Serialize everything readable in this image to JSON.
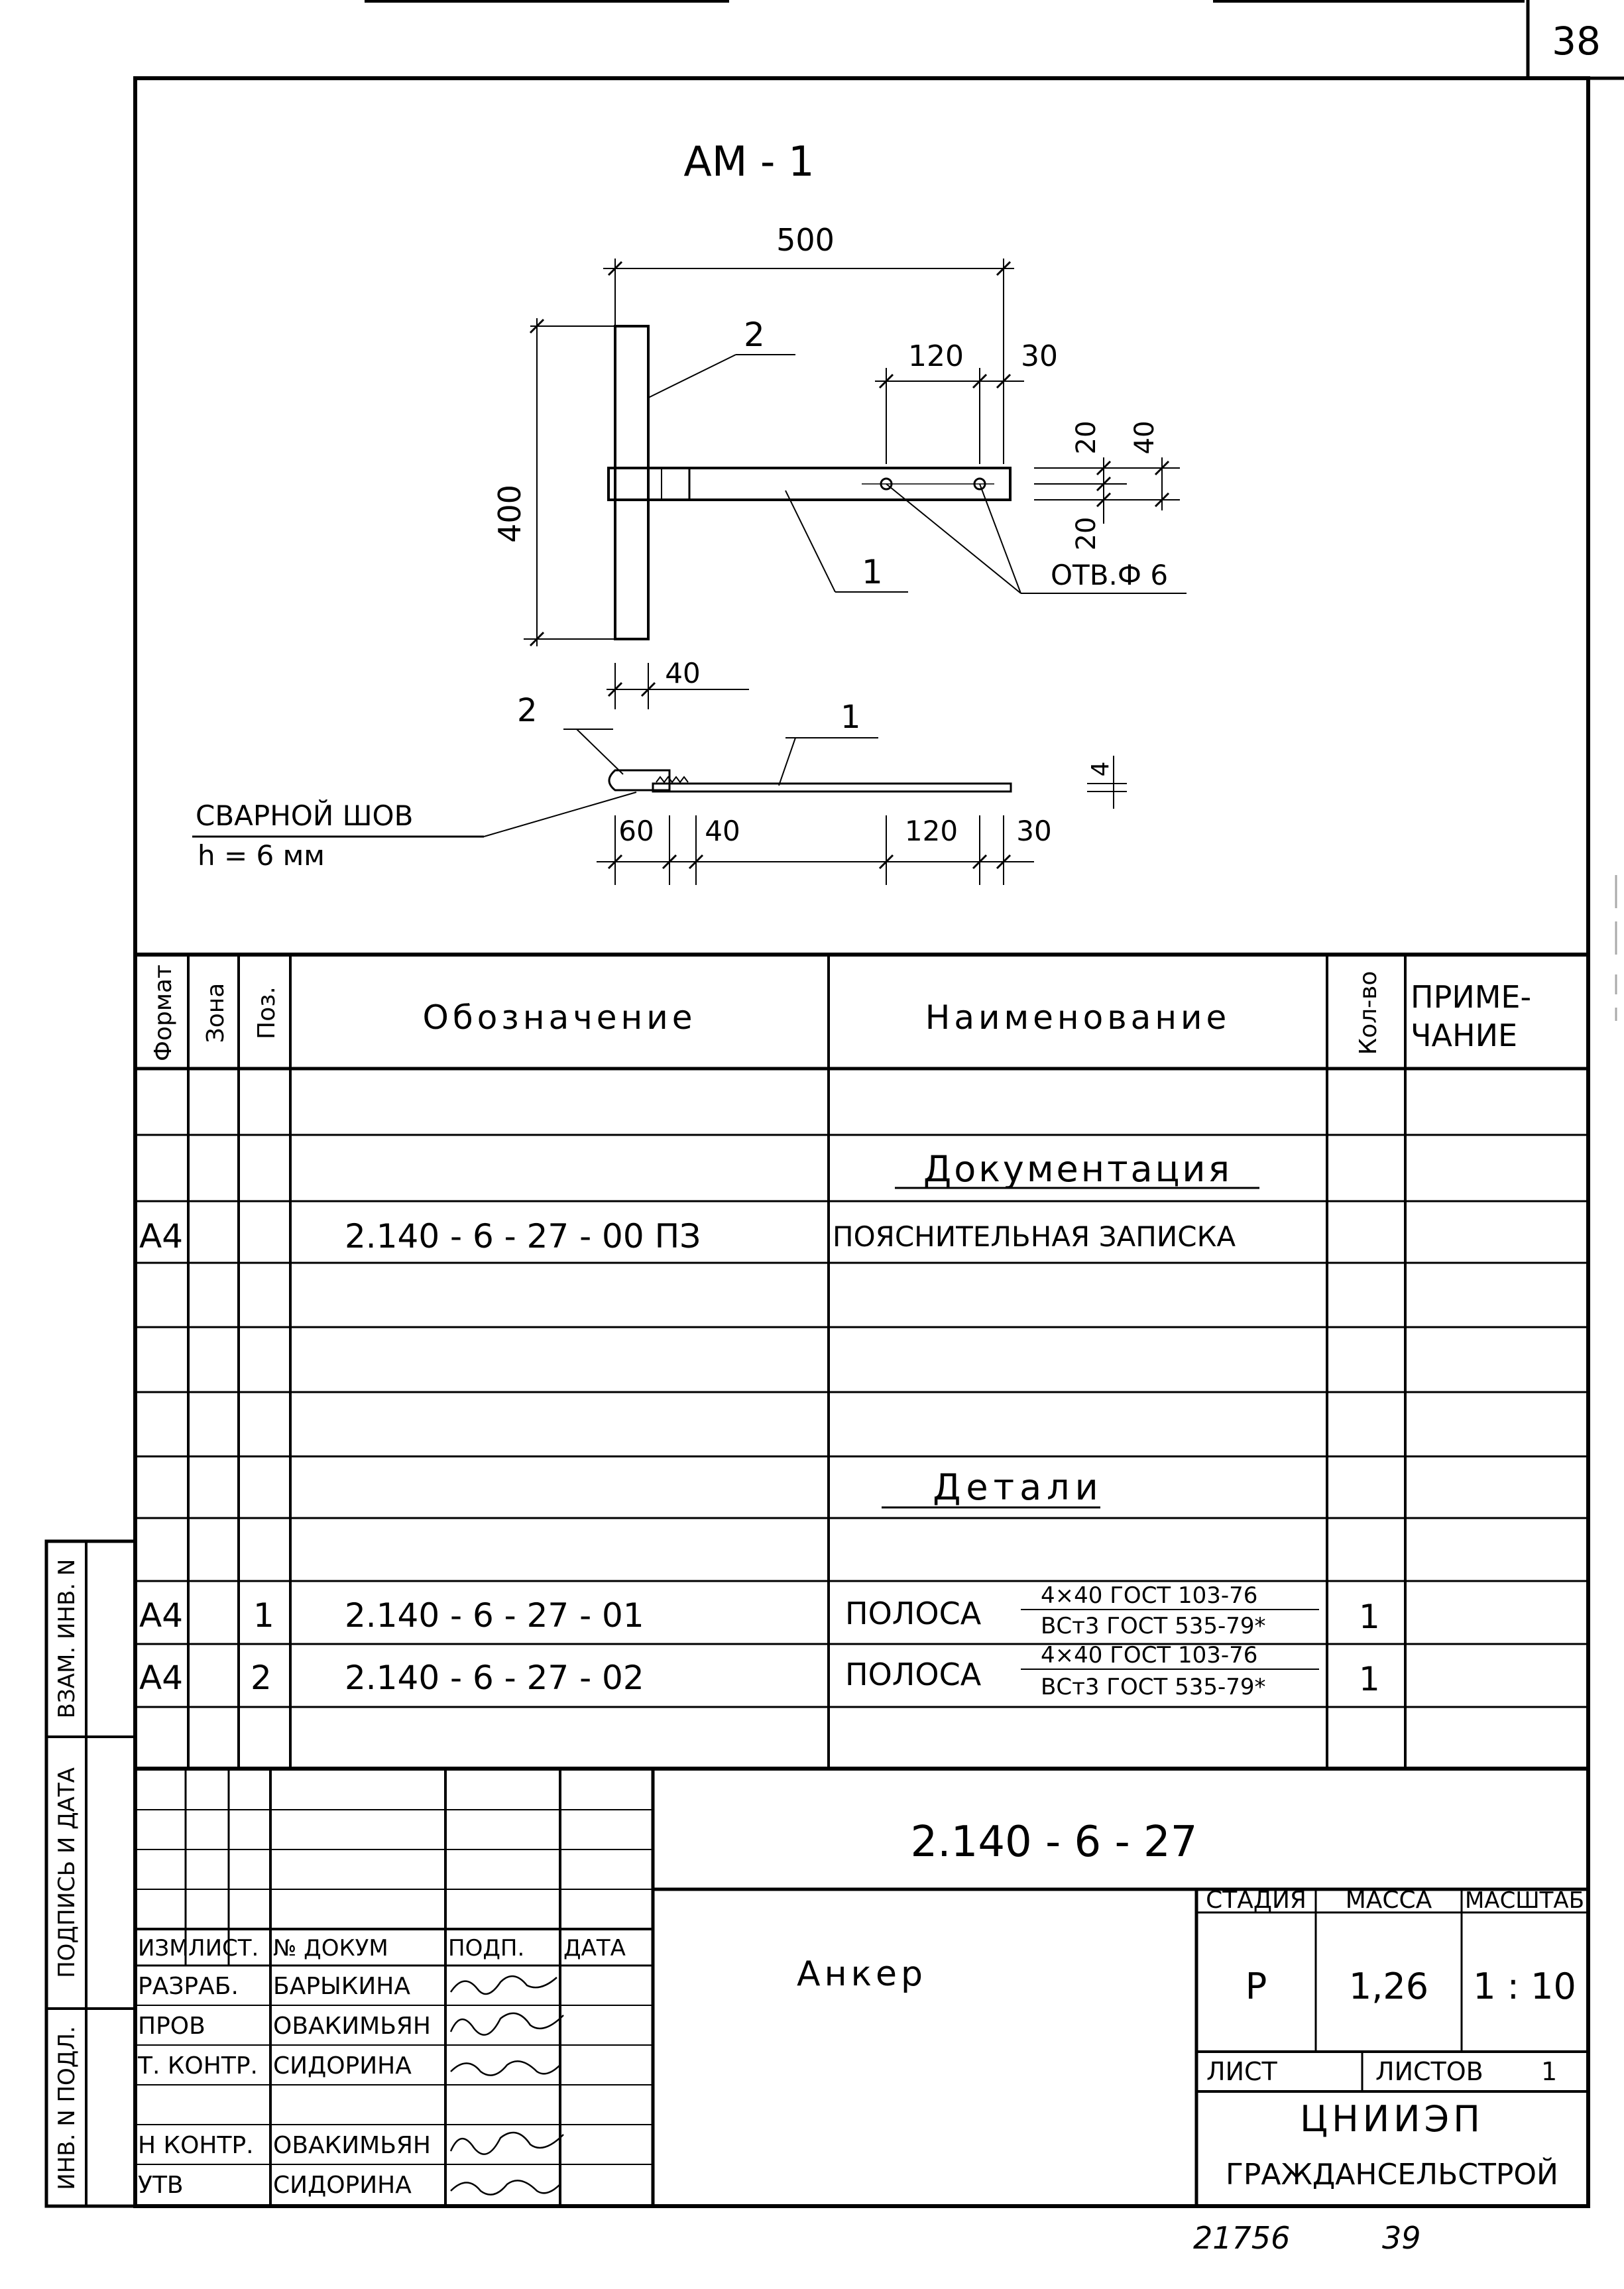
{
  "sheet": {
    "number": "38"
  },
  "drawing": {
    "title": "АМ - 1",
    "dims": {
      "length": "500",
      "height": "400",
      "hole_spacing": "120",
      "end_offset": "30",
      "dim_20_top": "20",
      "dim_40": "40",
      "dim_20_bottom": "20",
      "post_width": "40",
      "thickness": "4",
      "side_60": "60",
      "side_40": "40",
      "side_120": "120",
      "side_30": "30"
    },
    "callouts": {
      "pos2_top": "2",
      "pos1_top": "1",
      "holes": "ОТВ.Ф 6",
      "pos2_side": "2",
      "pos1_side": "1",
      "weld_line1": "СВАРНОЙ  ШОВ",
      "weld_line2": "h  = 6 мм"
    }
  },
  "spec": {
    "headers": {
      "format": "Формат",
      "zone": "Зона",
      "pos": "Поз.",
      "designation": "Обозначение",
      "name": "Наименование",
      "qty": "Кол-во",
      "note1": "ПРИМЕ-",
      "note2": "ЧАНИЕ"
    },
    "section_docs": "Документация",
    "doc_row": {
      "format": "А4",
      "designation": "2.140 - 6 - 27 - 00   ПЗ",
      "name": "ПОЯСНИТЕЛЬНАЯ  ЗАПИСКА"
    },
    "section_parts": "Детали",
    "part_rows": [
      {
        "format": "А4",
        "pos": "1",
        "designation": "2.140 - 6 - 27 - 01",
        "name": "ПОЛОСА",
        "spec_top": "4×40 ГОСТ 103-76",
        "spec_bottom": "ВСт3 ГОСТ 535-79*",
        "qty": "1"
      },
      {
        "format": "А4",
        "pos": "2",
        "designation": "2.140 - 6 - 27 - 02",
        "name": "ПОЛОСА",
        "spec_top": "4×40 ГОСТ 103-76",
        "spec_bottom": "ВСт3 ГОСТ 535-79*",
        "qty": "1"
      }
    ]
  },
  "titleblock": {
    "doc_number": "2.140 - 6 - 27",
    "product": "Анкер",
    "hdr": {
      "izm": "ИЗМ",
      "list": "ЛИСТ.",
      "ndoc": "№ ДОКУМ",
      "podp": "ПОДП.",
      "data": "ДАТА"
    },
    "people": [
      {
        "role": "РАЗРАБ.",
        "name": "БАРЫКИНА"
      },
      {
        "role": "ПРОВ",
        "name": "ОВАКИМЬЯН"
      },
      {
        "role": "Т. КОНТР.",
        "name": "СИДОРИНА"
      },
      {
        "role": "Н КОНТР.",
        "name": "ОВАКИМЬЯН"
      },
      {
        "role": "УТВ",
        "name": "СИДОРИНА"
      }
    ],
    "stage_label": "СТАДИЯ",
    "mass_label": "МАССА",
    "scale_label": "МАСШТАБ",
    "stage": "Р",
    "mass": "1,26",
    "scale": "1 : 10",
    "sheet_label": "ЛИСТ",
    "sheets_label": "ЛИСТОВ",
    "sheets_value": "1",
    "org_line1": "ЦНИИЭП",
    "org_line2": "ГРАЖДАНСЕЛЬСТРОЙ"
  },
  "left_strip": {
    "inv_orig": "ИНВ. N ПОДЛ.",
    "sign_date": "ПОДПИСЬ И ДАТА",
    "replace_inv": "ВЗАМ. ИНВ. N"
  },
  "footer": {
    "code": "21756",
    "page": "39"
  }
}
